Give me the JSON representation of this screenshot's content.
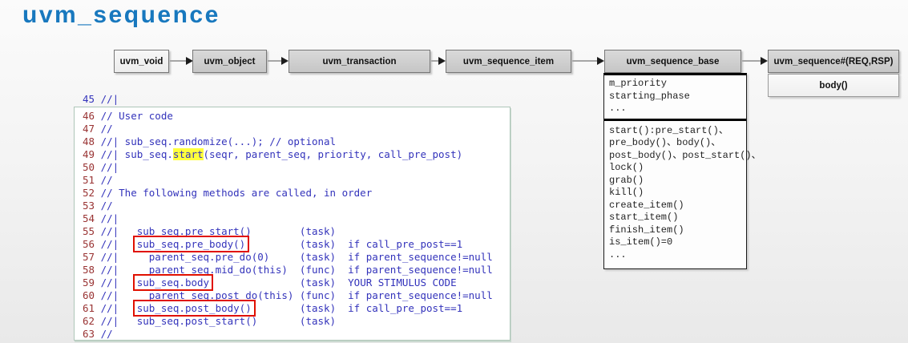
{
  "title": "uvm_sequence",
  "colors": {
    "title_blue": "#1878be",
    "code_text": "#3333bb",
    "line_number": "#993333",
    "highlight_yellow": "#ffff3c",
    "annotation_red": "#e01000"
  },
  "chain": {
    "boxes": [
      {
        "label": "uvm_void"
      },
      {
        "label": "uvm_object"
      },
      {
        "label": "uvm_transaction"
      },
      {
        "label": "uvm_sequence_item"
      },
      {
        "label": "uvm_sequence_base"
      },
      {
        "label": "uvm_sequence#(REQ,RSP)"
      }
    ]
  },
  "base_panel": {
    "attributes": [
      "m_priority",
      "starting_phase",
      "..."
    ],
    "methods": [
      "start():pre_start()、",
      "pre_body()、body()、",
      "post_body()、post_start()、",
      "lock()",
      "grab()",
      "kill()",
      "create_item()",
      "start_item()",
      "finish_item()",
      "is_item()=0",
      "..."
    ]
  },
  "sequence_panel": {
    "method": "body()"
  },
  "code": {
    "clipped_line": "45 //|",
    "lines": [
      {
        "num": "46",
        "segs": [
          {
            "t": "// User code"
          }
        ]
      },
      {
        "num": "47",
        "segs": [
          {
            "t": "//"
          }
        ]
      },
      {
        "num": "48",
        "segs": [
          {
            "t": "//| sub_seq.randomize(...); // optional"
          }
        ]
      },
      {
        "num": "49",
        "segs": [
          {
            "t": "//| sub_seq."
          },
          {
            "t": "start",
            "c": "hl"
          },
          {
            "t": "(seqr, parent_seq, priority, call_pre_post)"
          }
        ]
      },
      {
        "num": "50",
        "segs": [
          {
            "t": "//|"
          }
        ]
      },
      {
        "num": "51",
        "segs": [
          {
            "t": "//"
          }
        ]
      },
      {
        "num": "52",
        "segs": [
          {
            "t": "// The following methods are called, in order"
          }
        ]
      },
      {
        "num": "53",
        "segs": [
          {
            "t": "//"
          }
        ]
      },
      {
        "num": "54",
        "segs": [
          {
            "t": "//|"
          }
        ]
      },
      {
        "num": "55",
        "segs": [
          {
            "t": "//|   sub_seq.pre_start()        (task)"
          }
        ]
      },
      {
        "num": "56",
        "segs": [
          {
            "t": "//|   "
          },
          {
            "t": "sub_seq.pre_body()",
            "c": "rb"
          },
          {
            "t": "         (task)  if call_pre_post==1"
          }
        ]
      },
      {
        "num": "57",
        "segs": [
          {
            "t": "//|     parent_seq.pre_do(0)     (task)  if parent_sequence!=null"
          }
        ]
      },
      {
        "num": "58",
        "segs": [
          {
            "t": "//|     parent_seq.mid_do(this)  (func)  if parent_sequence!=null"
          }
        ]
      },
      {
        "num": "59",
        "segs": [
          {
            "t": "//|   "
          },
          {
            "t": "sub_seq.body",
            "c": "rb"
          },
          {
            "t": "               (task)  YOUR STIMULUS CODE"
          }
        ]
      },
      {
        "num": "60",
        "segs": [
          {
            "t": "//|     parent_seq.post_do(this) (func)  if parent_sequence!=null"
          }
        ]
      },
      {
        "num": "61",
        "segs": [
          {
            "t": "//|   "
          },
          {
            "t": "sub_seq.post_body()",
            "c": "rb"
          },
          {
            "t": "        (task)  if call_pre_post==1"
          }
        ]
      },
      {
        "num": "62",
        "segs": [
          {
            "t": "//|   sub_seq.post_start()       (task)"
          }
        ]
      },
      {
        "num": "63",
        "segs": [
          {
            "t": "//"
          }
        ]
      }
    ]
  }
}
